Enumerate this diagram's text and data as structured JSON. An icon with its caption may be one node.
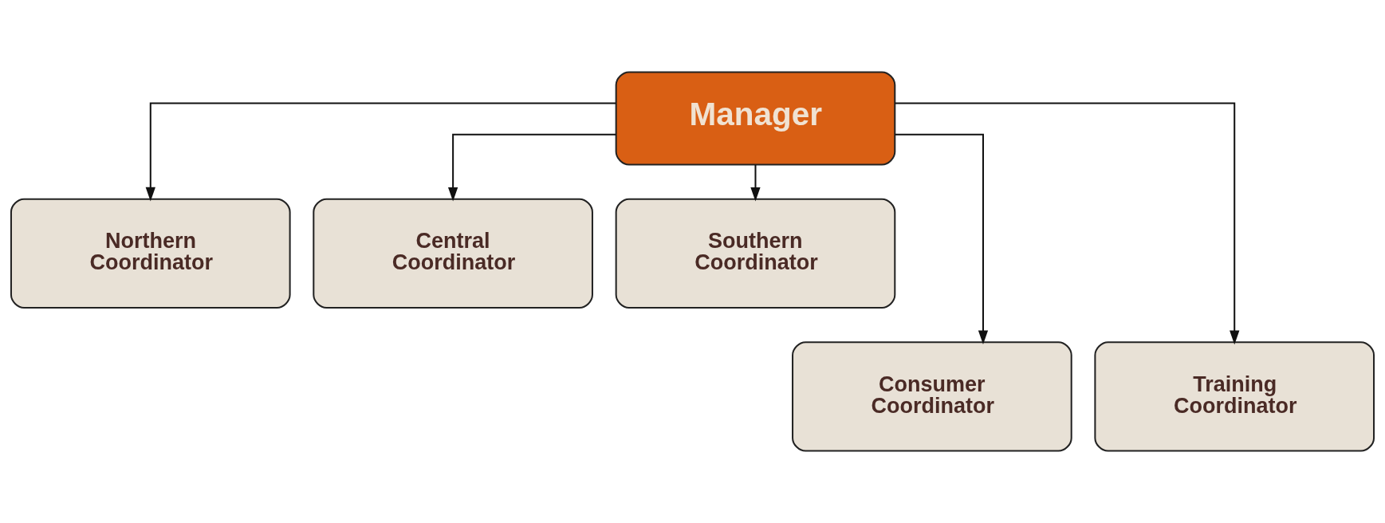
{
  "diagram": {
    "nodes": [
      {
        "text": [
          "Manager"
        ]
      },
      {
        "text": [
          "Northern Coordinator"
        ]
      },
      {
        "text": [
          "Central Coordinator"
        ]
      },
      {
        "text": [
          "Southern Coordinator"
        ]
      },
      {
        "text": [
          "Consumer Coordinator"
        ]
      },
      {
        "text": [
          "Training Coordinator"
        ]
      }
    ],
    "edges": [
      {
        "from": 0,
        "to": 1,
        "arrow": "to"
      },
      {
        "from": 0,
        "to": 4,
        "arrow": "to"
      },
      {
        "from": 0,
        "to": 2,
        "arrow": "to"
      },
      {
        "from": 0,
        "to": 5,
        "arrow": "to"
      },
      {
        "from": 0,
        "to": 3,
        "arrow": "to"
      }
    ]
  }
}
